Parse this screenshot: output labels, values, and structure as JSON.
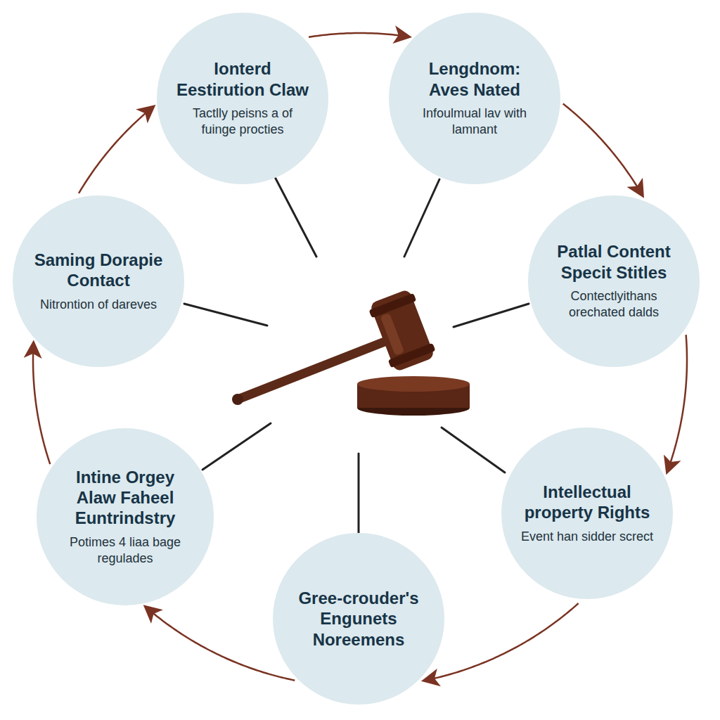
{
  "diagram": {
    "nodes": [
      {
        "text": [
          "Ionterd Eestirution Claw",
          "Tactlly peisns a of fuinge procties"
        ]
      },
      {
        "text": [
          "Lengdnom: Aves Nated",
          "Infoulmual lav with lamnant"
        ]
      },
      {
        "text": [
          "Patlal Content Specit Stitles",
          "Contectlyithans orechated dalds"
        ]
      },
      {
        "text": [
          "Intellectual property Rights",
          "Event han sidder screct"
        ]
      },
      {
        "text": [
          "Gree-crouder's Engunets Noreemens"
        ]
      },
      {
        "text": [
          "Intine Orgey Alaw Faheel Euntrindstry",
          "Potimes 4 liaa bage regulades"
        ]
      },
      {
        "text": [
          "Saming Dorapie Contact",
          "Nitrontion of dareves"
        ]
      }
    ],
    "edges": [
      {
        "from": 0,
        "to": 1,
        "arrow": "to"
      },
      {
        "from": 1,
        "to": 2,
        "arrow": "to"
      },
      {
        "from": 2,
        "to": 3,
        "arrow": "to"
      },
      {
        "from": 3,
        "to": 4,
        "arrow": "to"
      },
      {
        "from": 4,
        "to": 5,
        "arrow": "to"
      },
      {
        "from": 5,
        "to": 6,
        "arrow": "to"
      },
      {
        "from": 6,
        "to": 0,
        "arrow": "to"
      }
    ]
  }
}
